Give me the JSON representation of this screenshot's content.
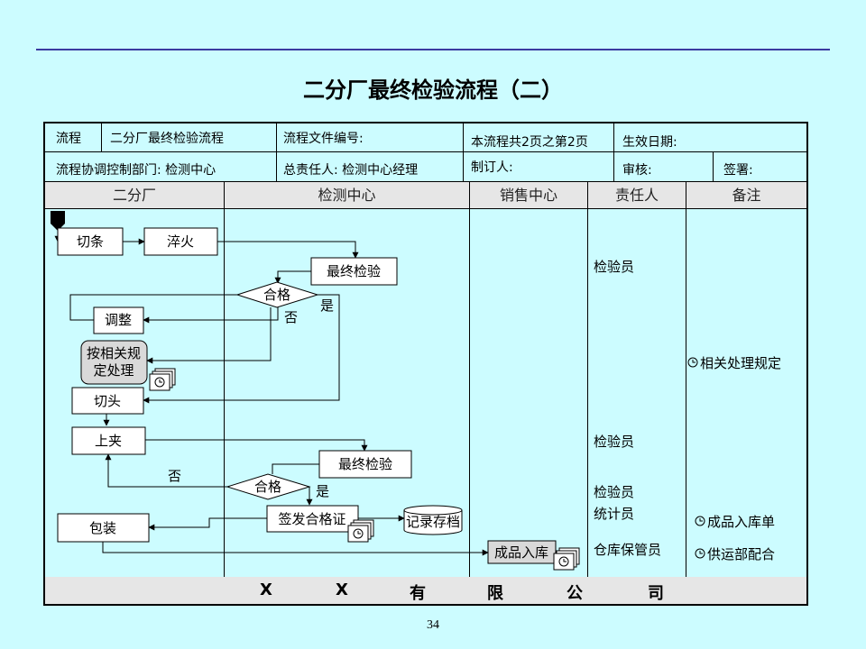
{
  "title": "二分厂最终检验流程（二）",
  "header": {
    "r1c1": "流程",
    "r1c2": "二分厂最终检验流程",
    "r1c3": "流程文件编号:",
    "r1c4": "本流程共2页之第2页",
    "r1c5": "生效日期:",
    "r2c1": "流程协调控制部门: 检测中心",
    "r2c2": "总责任人: 检测中心经理",
    "r2c3": "制订人:",
    "r2c4": "审核:",
    "r2c5": "签署:"
  },
  "lanes": [
    "二分厂",
    "检测中心",
    "销售中心",
    "责任人",
    "备注"
  ],
  "nodes": {
    "qietiao": "切条",
    "cuihuo": "淬火",
    "zuizhong1": "最终检验",
    "hege1": "合格",
    "tiaozheng": "调整",
    "anxiangguan": "按相关规定处理",
    "qietou": "切头",
    "shangjia": "上夹",
    "zuizhong2": "最终检验",
    "hege2": "合格",
    "qianfa": "签发合格证",
    "jilu": "记录存档",
    "baozhuang": "包装",
    "chengpin": "成品入库"
  },
  "edge_labels": {
    "shi1": "是",
    "fou1": "否",
    "fou2": "否",
    "shi2": "是"
  },
  "responsible": {
    "r1": "检验员",
    "r2": "检验员",
    "r3": "检验员",
    "r4": "统计员",
    "r5": "仓库保管员"
  },
  "remarks": {
    "n1": "相关处理规定",
    "n2": "成品入库单",
    "n3": "供运部配合"
  },
  "footer": [
    "X",
    "X",
    "有",
    "限",
    "公",
    "司"
  ],
  "page_number": "34"
}
